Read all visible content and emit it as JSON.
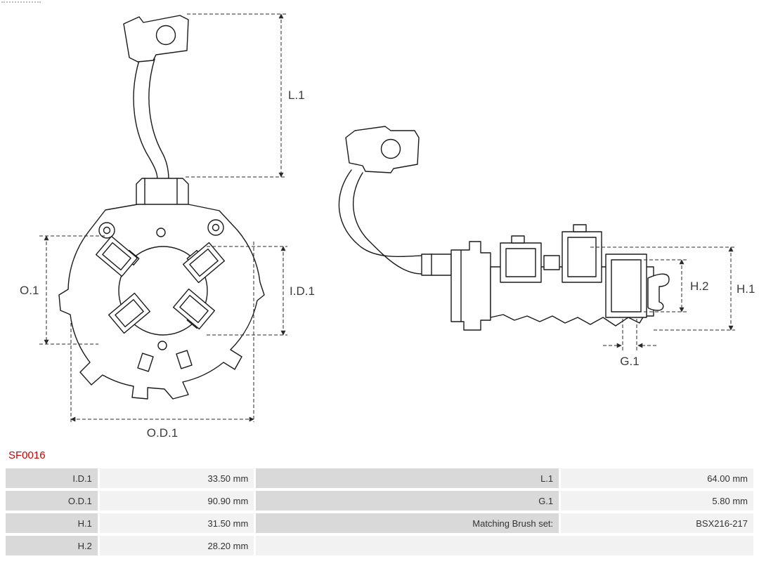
{
  "part_code": {
    "text": "SF0016",
    "color": "#cc0000"
  },
  "diagram": {
    "labels": {
      "l1": "L.1",
      "o1": "O.1",
      "id1": "I.D.1",
      "od1": "O.D.1",
      "h1": "H.1",
      "h2": "H.2",
      "g1": "G.1"
    }
  },
  "specs_table": {
    "rows": [
      {
        "label_left": "I.D.1",
        "value_left": "33.50 mm",
        "label_right": "L.1",
        "value_right": "64.00 mm"
      },
      {
        "label_left": "O.D.1",
        "value_left": "90.90 mm",
        "label_right": "G.1",
        "value_right": "5.80 mm"
      },
      {
        "label_left": "H.1",
        "value_left": "31.50 mm",
        "label_right": "Matching Brush set:",
        "value_right": "BSX216-217"
      },
      {
        "label_left": "H.2",
        "value_left": "28.20 mm",
        "label_right": "",
        "value_right": ""
      }
    ]
  }
}
